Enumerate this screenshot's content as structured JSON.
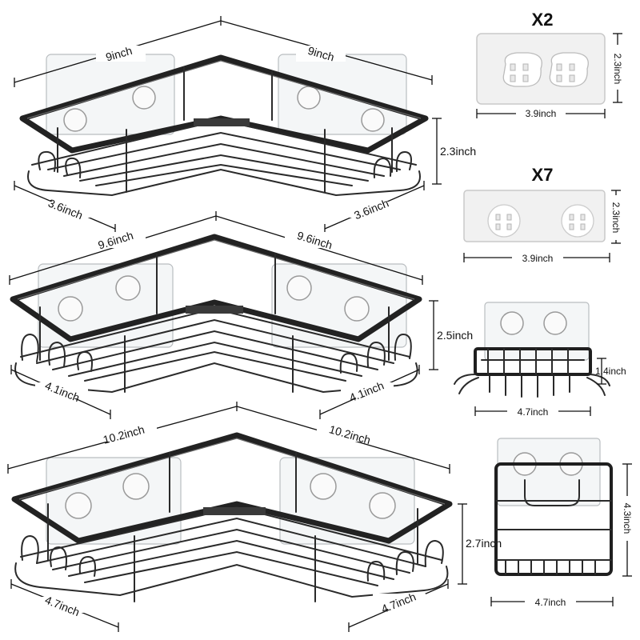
{
  "large_basket_1": {
    "top_left": "9inch",
    "top_right": "9inch",
    "bottom_left": "3.6inch",
    "bottom_right": "3.6inch",
    "height": "2.3inch"
  },
  "large_basket_2": {
    "top_left": "9.6inch",
    "top_right": "9.6inch",
    "bottom_left": "4.1inch",
    "bottom_right": "4.1inch",
    "height": "2.5inch"
  },
  "large_basket_3": {
    "top_left": "10.2inch",
    "top_right": "10.2inch",
    "bottom_left": "4.7inch",
    "bottom_right": "4.7inch",
    "height": "2.7inch"
  },
  "adhesive_large": {
    "quantity": "X2",
    "width": "3.9inch",
    "height": "2.3inch"
  },
  "adhesive_small": {
    "quantity": "X7",
    "width": "3.9inch",
    "height": "2.3inch"
  },
  "soap_holder": {
    "width": "4.7inch",
    "height": "1.4inch"
  },
  "toothbrush_holder": {
    "width": "4.7inch",
    "height": "4.3inch"
  },
  "colors": {
    "wire": "#1b1b1b",
    "background": "#ffffff"
  }
}
